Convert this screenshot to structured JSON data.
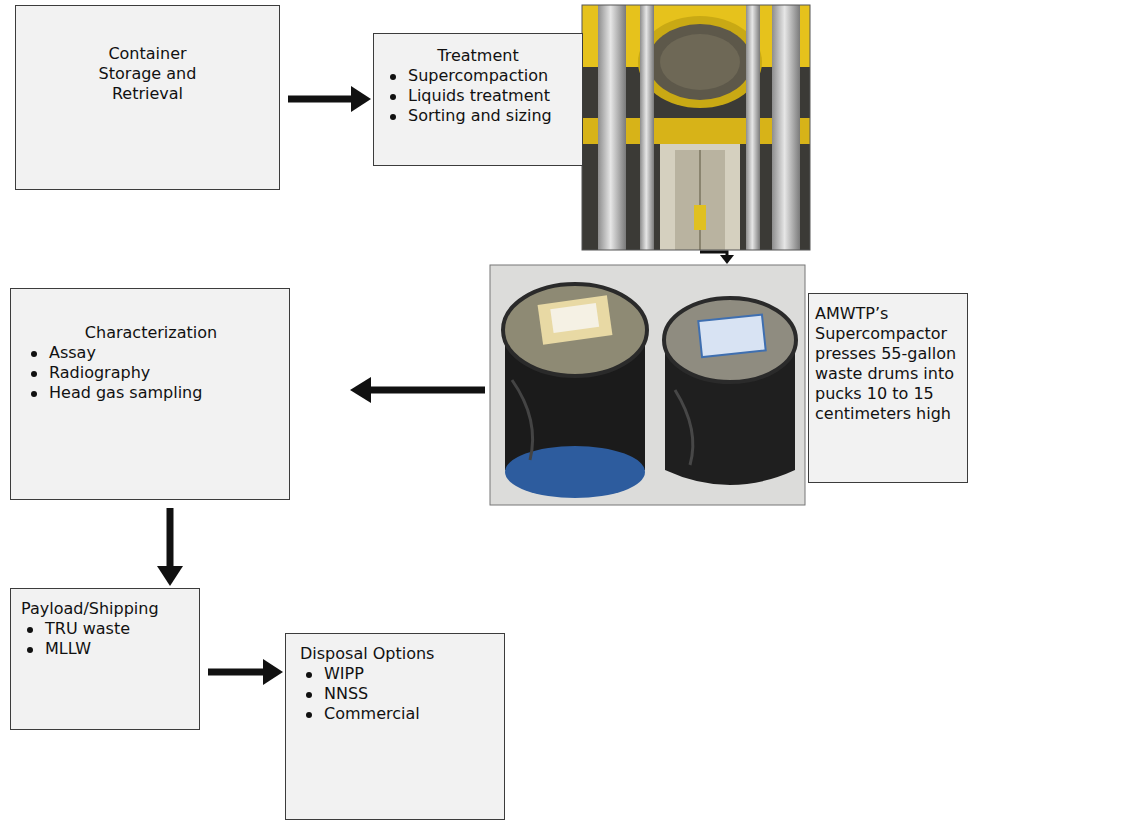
{
  "diagram": {
    "nodes": [
      {
        "text": [
          "Container Storage and Retrieval"
        ]
      },
      {
        "text": [
          "Treatment",
          "Supercompaction",
          "Liquids treatment",
          "Sorting and sizing"
        ]
      },
      {
        "text": [
          "Characterization",
          "Assay",
          "Radiography",
          "Head gas sampling"
        ]
      },
      {
        "text": [
          "AMWTP’s Supercompactor presses 55-gallon waste drums into pucks 10 to 15 centimeters high"
        ]
      },
      {
        "text": [
          "Payload/Shipping",
          "TRU waste",
          "MLLW"
        ]
      },
      {
        "text": [
          "Disposal Options",
          "WIPP",
          "NNSS",
          "Commercial"
        ]
      }
    ],
    "edges": [
      {
        "from": 0,
        "to": 1,
        "arrow": "to"
      },
      {
        "from": 2,
        "to": 4,
        "arrow": "to"
      },
      {
        "from": 4,
        "to": 5,
        "arrow": "to"
      }
    ]
  }
}
